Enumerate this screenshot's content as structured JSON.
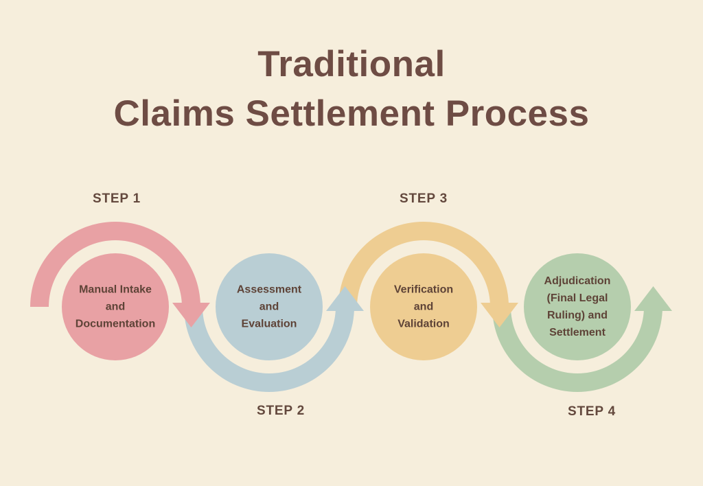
{
  "title": {
    "lines": [
      "Traditional",
      "Claims Settlement Process"
    ]
  },
  "colors": {
    "background": "#f6eedc",
    "title_text": "#6e4c44",
    "step_label_text": "#63483d",
    "circle_text": "#5e4337"
  },
  "steps": [
    {
      "step_label": "STEP 1",
      "color": "#e8a1a4",
      "title_lines": [
        "Manual Intake",
        "and",
        "Documentation"
      ],
      "title_text": "Manual Intake and Documentation"
    },
    {
      "step_label": "STEP 2",
      "color": "#b9ced4",
      "title_lines": [
        "Assessment",
        "and",
        "Evaluation"
      ],
      "title_text": "Assessment and Evaluation"
    },
    {
      "step_label": "STEP 3",
      "color": "#eecd92",
      "title_lines": [
        "Verification",
        "and",
        "Validation"
      ],
      "title_text": "Verification and Validation"
    },
    {
      "step_label": "STEP 4",
      "color": "#b5cead",
      "title_lines": [
        "Adjudication",
        "(Final Legal",
        "Ruling) and",
        "Settlement"
      ],
      "title_text": "Adjudication (Final Legal Ruling) and Settlement"
    }
  ]
}
